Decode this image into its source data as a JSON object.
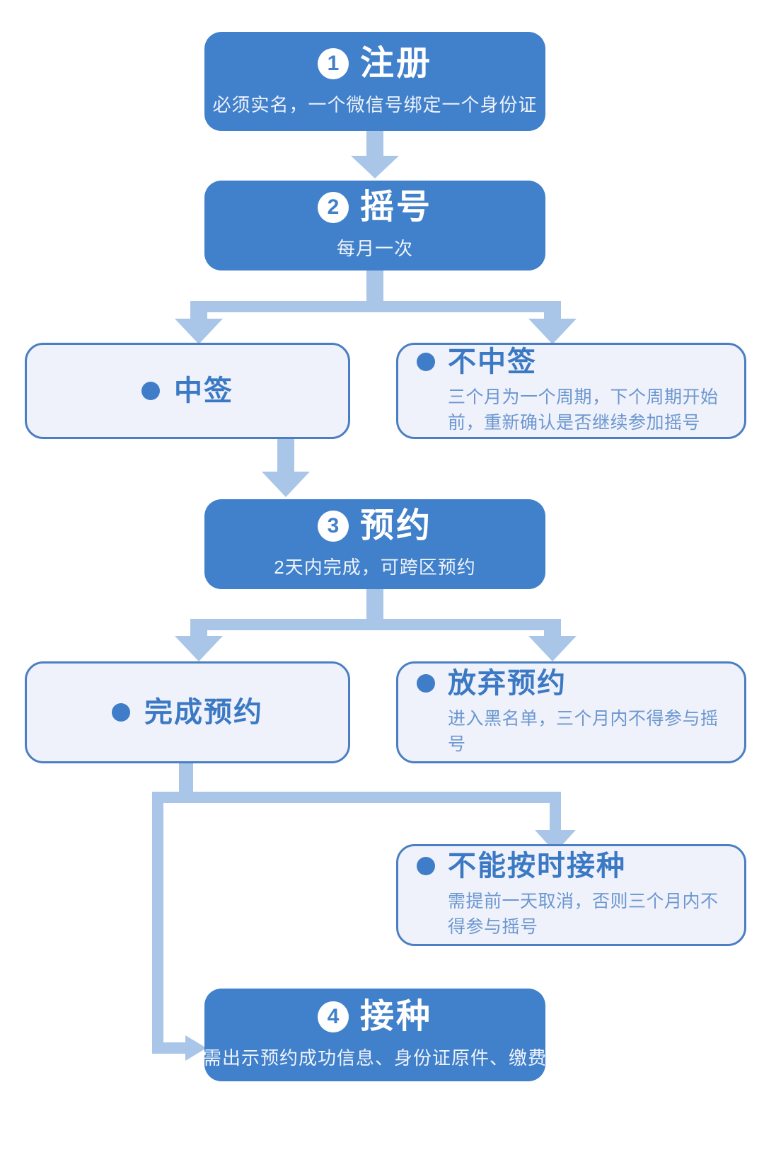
{
  "meta": {
    "title": "疫苗预约接种流程图",
    "colors": {
      "primary_box": "#4180ca",
      "light_box_fill": "#f0f2fb",
      "light_box_border": "#4a7fc4",
      "connector": "#a9c6e8",
      "title_blue": "#3b79c4",
      "body_blue": "#6b97d0"
    }
  },
  "steps": {
    "step1": {
      "number": "1",
      "title": "注册",
      "subtitle": "必须实名，一个微信号绑定一个身份证"
    },
    "step2": {
      "number": "2",
      "title": "摇号",
      "subtitle": "每月一次"
    },
    "step3": {
      "number": "3",
      "title": "预约",
      "subtitle": "2天内完成，可跨区预约"
    },
    "step4": {
      "number": "4",
      "title": "接种",
      "subtitle": "需出示预约成功信息、身份证原件、缴费"
    }
  },
  "outcomes": {
    "win": {
      "title": "中签",
      "desc": ""
    },
    "lose": {
      "title": "不中签",
      "desc": "三个月为一个周期，下个周期开始前，重新确认是否继续参加摇号"
    },
    "booked": {
      "title": "完成预约",
      "desc": ""
    },
    "abandon": {
      "title": "放弃预约",
      "desc": "进入黑名单，三个月内不得参与摇号"
    },
    "missed": {
      "title": "不能按时接种",
      "desc": "需提前一天取消，否则三个月内不得参与摇号"
    }
  }
}
